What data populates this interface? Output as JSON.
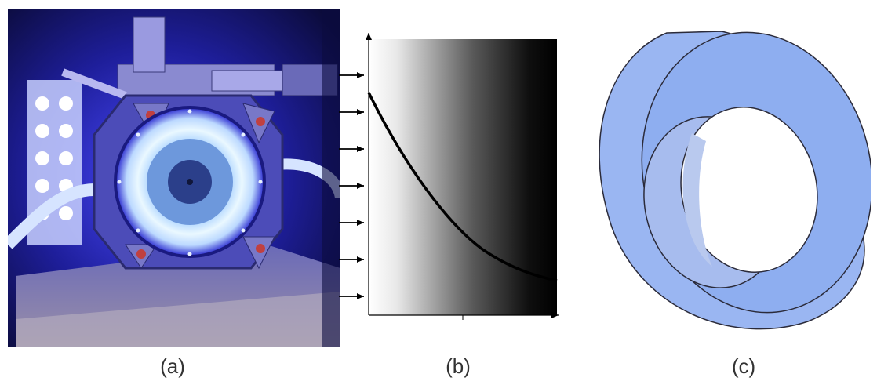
{
  "captions": {
    "a": "(a)",
    "b": "(b)",
    "c": "(c)"
  },
  "colors": {
    "photo_glow": "#2a2aff",
    "photo_ring_light": "#dff4ff",
    "gradient_light": "#ffffff",
    "gradient_dark": "#000000",
    "curve": "#000000",
    "annulus_fill": "#8fb0f0",
    "annulus_stroke": "#2b2b3a"
  },
  "icons": {
    "arrows": "right-arrow-icon",
    "photo": "optical-cell-photo"
  },
  "arrow_count": 7
}
